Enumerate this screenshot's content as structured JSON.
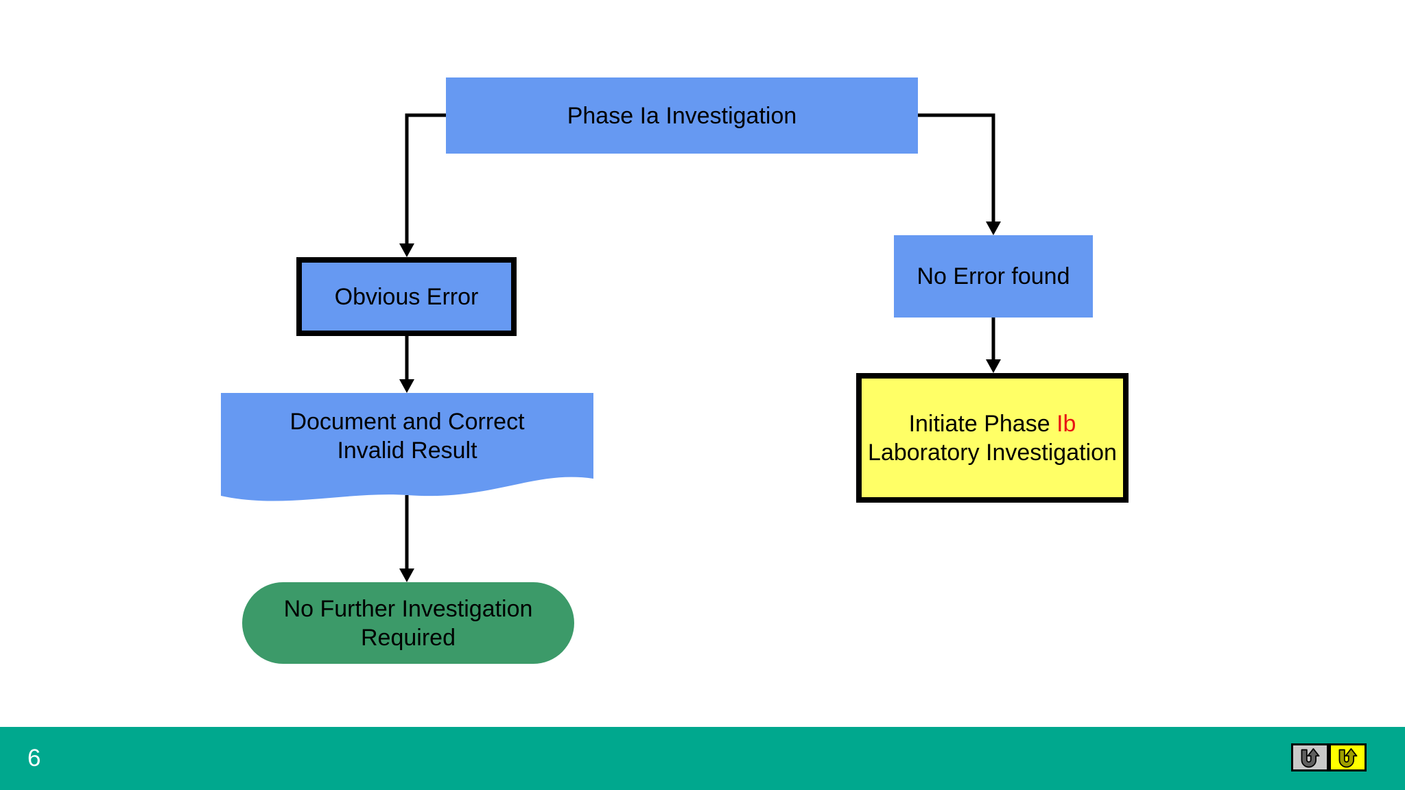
{
  "colors": {
    "node_blue": "#6699f2",
    "node_green": "#3c9a69",
    "node_yellow": "#ffff66",
    "highlight_red": "#e81313",
    "connector_black": "#000000",
    "footer_teal": "#00a88e",
    "button_gray_bg": "#c9c9c9",
    "button_gray_arrow": "#5f5f5f",
    "button_yellow_bg": "#ffff00",
    "button_yellow_arrow": "#9e9e00"
  },
  "flowchart": {
    "title_node": {
      "label": "Phase Ia Investigation"
    },
    "left_branch": {
      "obvious_error": {
        "label": "Obvious Error"
      },
      "document_correct": {
        "line1": "Document and Correct",
        "line2": "Invalid Result"
      },
      "no_further": {
        "line1": "No Further Investigation",
        "line2": "Required"
      }
    },
    "right_branch": {
      "no_error": {
        "label": "No Error found"
      },
      "initiate": {
        "line1_prefix": "Initiate Phase ",
        "line1_highlight": "Ib",
        "line2": "Laboratory Investigation"
      }
    }
  },
  "footer": {
    "page_number": "6",
    "buttons": [
      {
        "name": "return-button-gray",
        "icon": "u-turn-arrow-icon"
      },
      {
        "name": "return-button-yellow",
        "icon": "u-turn-arrow-icon"
      }
    ]
  }
}
